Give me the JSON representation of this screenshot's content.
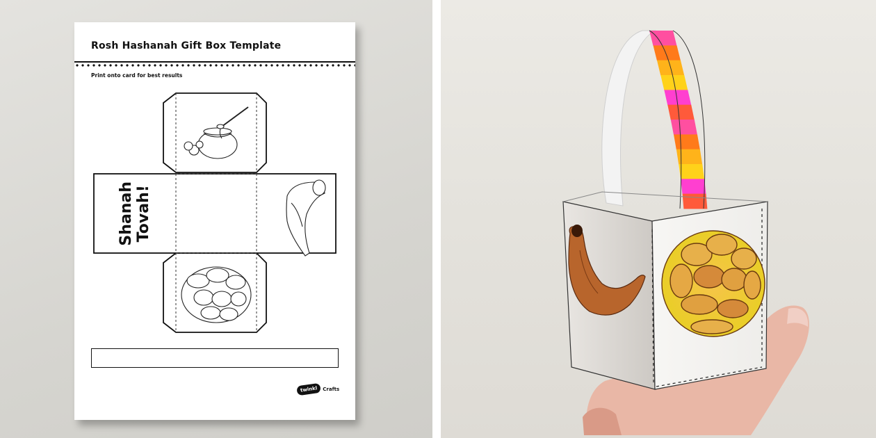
{
  "template_sheet": {
    "title": "Rosh Hashanah Gift Box Template",
    "subtitle": "Print onto card for best results",
    "greeting_line1": "Shanah",
    "greeting_line2": "Tovah!",
    "logo_badge": "twinkl",
    "logo_label": "Crafts",
    "icons": [
      "honey-pot-icon",
      "shofar-icon",
      "challah-icon"
    ]
  },
  "photo": {
    "icons": [
      "paper-gift-box",
      "shofar-icon",
      "challah-icon",
      "paper-handle",
      "hand"
    ],
    "handle_colors": [
      "#ff4fa0",
      "#ff7a1a",
      "#ffb31a",
      "#ffd21a",
      "#ff3fd0",
      "#ff5a3a"
    ]
  }
}
